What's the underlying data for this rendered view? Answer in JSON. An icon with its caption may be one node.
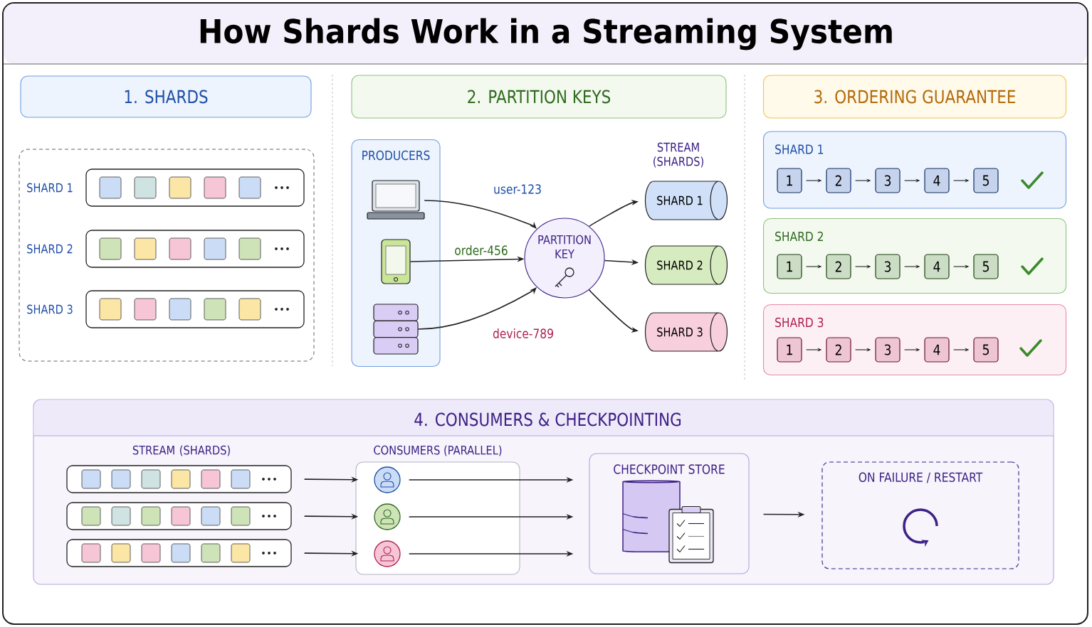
{
  "diagram": {
    "title": "How Shards Work in a Streaming System",
    "nodes": [
      {
        "text": [
          "1. SHARDS"
        ]
      },
      {
        "text": [],
        "shape": "box"
      },
      {
        "text": [],
        "shape": "bar",
        "in": 1,
        "beside": [
          "SHARD 1"
        ]
      },
      {
        "text": [],
        "shape": "bar",
        "in": 1,
        "beside": [
          "SHARD 2"
        ]
      },
      {
        "text": [],
        "shape": "bar",
        "in": 1,
        "beside": [
          "SHARD 3"
        ]
      },
      {
        "text": [
          "2. PARTITION KEYS"
        ]
      },
      {
        "text": [
          "PRODUCERS"
        ]
      },
      {
        "text": [],
        "shape": "laptop",
        "in": 6
      },
      {
        "text": [],
        "shape": "phone",
        "in": 6
      },
      {
        "text": [],
        "shape": "server",
        "in": 6
      },
      {
        "text": [
          "PARTITION KEY"
        ]
      },
      {
        "text": [
          "SHARD 1"
        ]
      },
      {
        "text": [
          "SHARD 2"
        ]
      },
      {
        "text": [
          "SHARD 3"
        ]
      },
      {
        "text": [
          "3. ORDERING GUARANTEE"
        ]
      },
      {
        "text": [
          "SHARD 1"
        ]
      },
      {
        "text": [
          "1"
        ],
        "in": 15
      },
      {
        "text": [
          "2"
        ],
        "in": 15
      },
      {
        "text": [
          "3"
        ],
        "in": 15
      },
      {
        "text": [
          "4"
        ],
        "in": 15
      },
      {
        "text": [
          "5"
        ],
        "in": 15
      },
      {
        "text": [
          "SHARD 2"
        ]
      },
      {
        "text": [
          "1"
        ],
        "in": 21
      },
      {
        "text": [
          "2"
        ],
        "in": 21
      },
      {
        "text": [
          "3"
        ],
        "in": 21
      },
      {
        "text": [
          "4"
        ],
        "in": 21
      },
      {
        "text": [
          "5"
        ],
        "in": 21
      },
      {
        "text": [
          "SHARD 3"
        ]
      },
      {
        "text": [
          "1"
        ],
        "in": 27
      },
      {
        "text": [
          "2"
        ],
        "in": 27
      },
      {
        "text": [
          "3"
        ],
        "in": 27
      },
      {
        "text": [
          "4"
        ],
        "in": 27
      },
      {
        "text": [
          "5"
        ],
        "in": 27
      },
      {
        "text": [
          "4. CONSUMERS & CHECKPOINTING"
        ]
      },
      {
        "text": [],
        "shape": "bar",
        "in": 33
      },
      {
        "text": [],
        "shape": "bar",
        "in": 33
      },
      {
        "text": [],
        "shape": "bar",
        "in": 33
      },
      {
        "text": [
          "CONSUMERS (PARALLEL)"
        ],
        "in": 33
      },
      {
        "text": [],
        "shape": "person",
        "in": 37
      },
      {
        "text": [],
        "shape": "person",
        "in": 37
      },
      {
        "text": [],
        "shape": "person",
        "in": 37
      },
      {
        "text": [
          "CHECKPOINT STORE"
        ],
        "in": 33
      },
      {
        "text": [
          "ON FAILURE / RESTART"
        ],
        "in": 33
      }
    ],
    "edges": [
      {
        "from": 7,
        "to": 10,
        "arrow": "to",
        "label": "user-123"
      },
      {
        "from": 8,
        "to": 10,
        "arrow": "to",
        "label": "order-456"
      },
      {
        "from": 9,
        "to": 10,
        "arrow": "to",
        "label": "device-789"
      },
      {
        "from": 10,
        "to": 11,
        "arrow": "to"
      },
      {
        "from": 10,
        "to": 12,
        "arrow": "to"
      },
      {
        "from": 10,
        "to": 13,
        "arrow": "to"
      },
      {
        "from": 16,
        "to": 17,
        "arrow": "to"
      },
      {
        "from": 17,
        "to": 18,
        "arrow": "to"
      },
      {
        "from": 18,
        "to": 19,
        "arrow": "to"
      },
      {
        "from": 19,
        "to": 20,
        "arrow": "to"
      },
      {
        "from": 22,
        "to": 23,
        "arrow": "to"
      },
      {
        "from": 23,
        "to": 24,
        "arrow": "to"
      },
      {
        "from": 24,
        "to": 25,
        "arrow": "to"
      },
      {
        "from": 25,
        "to": 26,
        "arrow": "to"
      },
      {
        "from": 28,
        "to": 29,
        "arrow": "to"
      },
      {
        "from": 29,
        "to": 30,
        "arrow": "to"
      },
      {
        "from": 30,
        "to": 31,
        "arrow": "to"
      },
      {
        "from": 31,
        "to": 32,
        "arrow": "to"
      },
      {
        "from": 34,
        "to": 38,
        "arrow": "to"
      },
      {
        "from": 35,
        "to": 39,
        "arrow": "to"
      },
      {
        "from": 36,
        "to": 40,
        "arrow": "to"
      },
      {
        "from": 38,
        "to": 41,
        "arrow": "to"
      },
      {
        "from": 39,
        "to": 41,
        "arrow": "to"
      },
      {
        "from": 40,
        "to": 41,
        "arrow": "to"
      },
      {
        "from": 41,
        "to": 42,
        "arrow": "to"
      }
    ],
    "labels": [
      "STREAM (SHARDS)",
      "STREAM (SHARDS)"
    ]
  }
}
